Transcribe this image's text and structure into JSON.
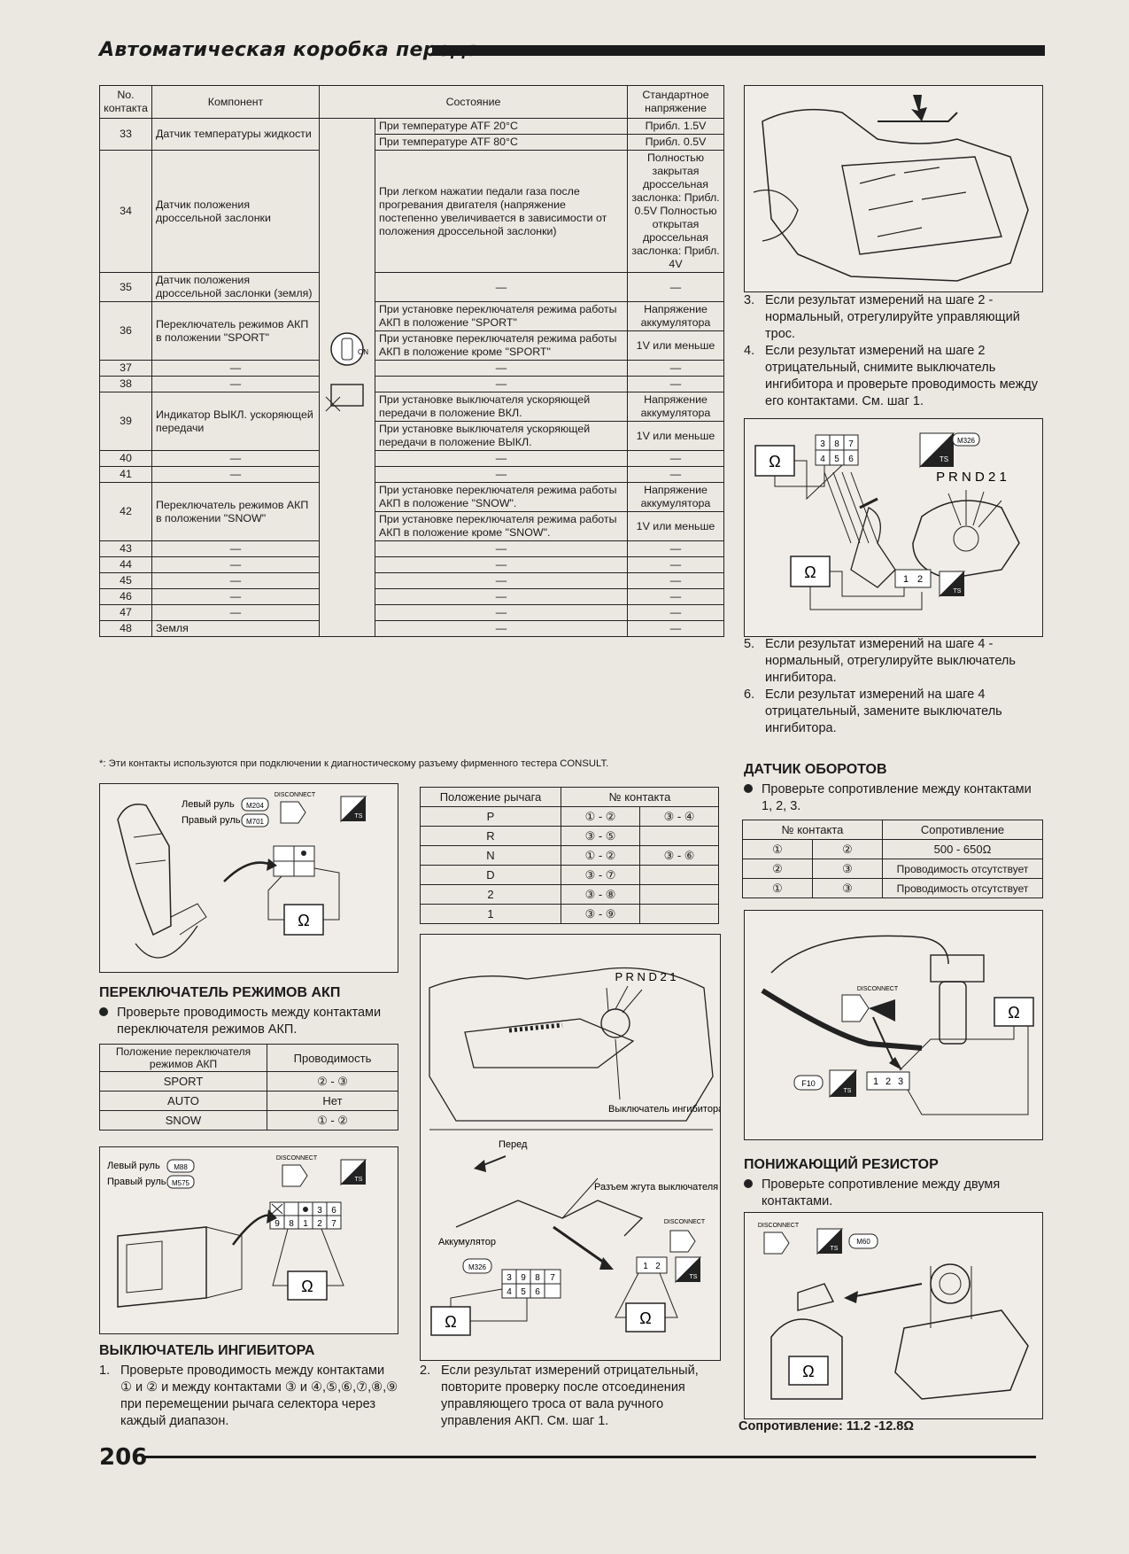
{
  "header": {
    "title": "Автоматическая коробка передач"
  },
  "main_table": {
    "headers": [
      "No. контакта",
      "Компонент",
      "Состояние",
      "Стандартное напряжение"
    ],
    "rows": [
      {
        "no": "33",
        "comp": "Датчик температуры жидкости",
        "cond": "При температуре ATF 20°C",
        "volt": "Прибл. 1.5V"
      },
      {
        "no": "",
        "comp": "",
        "cond": "При температуре ATF 80°C",
        "volt": "Прибл. 0.5V"
      },
      {
        "no": "34",
        "comp": "Датчик положения дроссельной заслонки",
        "cond": "При легком нажатии педали газа после прогревания двигателя (напряжение постепенно увеличивается в зависимости от положения дроссельной заслонки)",
        "volt": "Полностью закрытая дроссельная заслонка: Прибл. 0.5V Полностью открытая дроссельная заслонка: Прибл. 4V"
      },
      {
        "no": "35",
        "comp": "Датчик положения дроссельной заслонки (земля)",
        "cond": "—",
        "volt": "—"
      },
      {
        "no": "36",
        "comp": "Переключатель режимов АКП в положении \"SPORT\"",
        "cond": "При установке переключателя режима работы АКП в положение \"SPORT\"",
        "volt": "Напряжение аккумулятора"
      },
      {
        "no": "",
        "comp": "",
        "cond": "При установке переключателя режима работы АКП в положение кроме \"SPORT\"",
        "volt": "1V или меньше"
      },
      {
        "no": "37",
        "comp": "—",
        "cond": "—",
        "volt": "—"
      },
      {
        "no": "38",
        "comp": "—",
        "cond": "—",
        "volt": "—"
      },
      {
        "no": "39",
        "comp": "Индикатор ВЫКЛ. ускоряющей передачи",
        "cond": "При установке выключателя ускоряющей передачи в положение ВКЛ.",
        "volt": "Напряжение аккумулятора"
      },
      {
        "no": "",
        "comp": "",
        "cond": "При установке выключателя ускоряющей передачи в положение ВЫКЛ.",
        "volt": "1V или меньше"
      },
      {
        "no": "40",
        "comp": "—",
        "cond": "—",
        "volt": "—"
      },
      {
        "no": "41",
        "comp": "—",
        "cond": "—",
        "volt": "—"
      },
      {
        "no": "42",
        "comp": "Переключатель режимов АКП в положении \"SNOW\"",
        "cond": "При установке переключателя режима работы АКП в положение \"SNOW\".",
        "volt": "Напряжение аккумулятора"
      },
      {
        "no": "",
        "comp": "",
        "cond": "При установке переключателя режима работы АКП в положение кроме \"SNOW\".",
        "volt": "1V или меньше"
      },
      {
        "no": "43",
        "comp": "—",
        "cond": "—",
        "volt": "—"
      },
      {
        "no": "44",
        "comp": "—",
        "cond": "—",
        "volt": "—"
      },
      {
        "no": "45",
        "comp": "—",
        "cond": "—",
        "volt": "—"
      },
      {
        "no": "46",
        "comp": "—",
        "cond": "—",
        "volt": "—"
      },
      {
        "no": "47",
        "comp": "—",
        "cond": "—",
        "volt": "—"
      },
      {
        "no": "48",
        "comp": "Земля",
        "cond": "—",
        "volt": "—"
      }
    ],
    "footnote": "*: Эти контакты используются при подключении к диагностическому разъему фирменного тестера CONSULT."
  },
  "right_col": {
    "steps_a": [
      {
        "n": "3.",
        "text": "Если результат измерений на шаге 2 - нормальный, отрегулируйте управляющий трос."
      },
      {
        "n": "4.",
        "text": "Если результат измерений на шаге 2 отрицательный, снимите выключатель ингибитора и проверьте проводимость между его контактами. См. шаг 1."
      }
    ],
    "steps_b": [
      {
        "n": "5.",
        "text": "Если результат измерений на шаге 4 - нормальный, отрегулируйте выключатель ингибитора."
      },
      {
        "n": "6.",
        "text": "Если результат измерений на шаге 4 отрицательный, замените выключатель ингибитора."
      }
    ],
    "fig2_labels": {
      "prnd": "P R N D 2 1",
      "m326": "M326",
      "ts": "TS",
      "omega": "Ω",
      "pins_top": [
        "3",
        "8",
        "7",
        "4",
        "5",
        "6"
      ],
      "pins_bot": [
        "1",
        "2"
      ]
    },
    "speed_sensor": {
      "title": "ДАТЧИК ОБОРОТОВ",
      "bullet": "Проверьте сопротивление между контактами 1, 2, 3.",
      "headers": [
        "№ контакта",
        "Сопротивление"
      ],
      "rows": [
        {
          "a": "①",
          "b": "②",
          "r": "500 - 650Ω"
        },
        {
          "a": "②",
          "b": "③",
          "r": "Проводимость отсутствует"
        },
        {
          "a": "①",
          "b": "③",
          "r": "Проводимость отсутствует"
        }
      ],
      "fig": {
        "disconnect": "DISCONNECT",
        "f10": "F10",
        "ts": "TS",
        "omega": "Ω",
        "pins": [
          "1",
          "2",
          "3"
        ]
      }
    },
    "resistor": {
      "title": "ПОНИЖАЮЩИЙ РЕЗИСТОР",
      "bullet": "Проверьте сопротивление между двумя контактами.",
      "fig": {
        "disconnect": "DISCONNECT",
        "m60": "M60",
        "ts": "TS",
        "omega": "Ω"
      },
      "result": "Сопротивление: 11.2 -12.8Ω"
    }
  },
  "left_lower": {
    "fig1": {
      "left_wheel": "Левый руль",
      "m204": "M204",
      "right_wheel": "Правый руль",
      "m701": "M701",
      "disconnect": "DISCONNECT",
      "ts": "TS",
      "omega": "Ω"
    },
    "mode_switch": {
      "title": "ПЕРЕКЛЮЧАТЕЛЬ РЕЖИМОВ АКП",
      "bullet": "Проверьте проводимость между контактами переключателя режимов АКП.",
      "headers": [
        "Положение переключателя режимов АКП",
        "Проводимость"
      ],
      "rows": [
        {
          "pos": "SPORT",
          "c": "② - ③"
        },
        {
          "pos": "AUTO",
          "c": "Нет"
        },
        {
          "pos": "SNOW",
          "c": "① - ②"
        }
      ]
    },
    "fig3": {
      "left_wheel": "Левый руль",
      "m88": "M88",
      "right_wheel": "Правый руль",
      "m575": "M575",
      "disconnect": "DISCONNECT",
      "ts": "TS",
      "omega": "Ω",
      "pins_top": [
        "3",
        "6"
      ],
      "pins_bot": [
        "9",
        "8",
        "1",
        "2",
        "7"
      ]
    },
    "inhibitor": {
      "title": "ВЫКЛЮЧАТЕЛЬ ИНГИБИТОРА",
      "step1_n": "1.",
      "step1": "Проверьте проводимость между контактами ① и ② и между контактами ③ и ④,⑤,⑥,⑦,⑧,⑨ при перемещении рычага селектора через каждый диапазон."
    }
  },
  "mid_lower": {
    "lever_table": {
      "headers": [
        "Положение рычага",
        "№ контакта"
      ],
      "rows": [
        {
          "pos": "P",
          "a": "① - ②",
          "b": "③ - ④"
        },
        {
          "pos": "R",
          "a": "③ - ⑤",
          "b": ""
        },
        {
          "pos": "N",
          "a": "① - ②",
          "b": "③ - ⑥"
        },
        {
          "pos": "D",
          "a": "③ - ⑦",
          "b": ""
        },
        {
          "pos": "2",
          "a": "③ - ⑧",
          "b": ""
        },
        {
          "pos": "1",
          "a": "③ - ⑨",
          "b": ""
        }
      ]
    },
    "fig4": {
      "prnd": "P R N D 2 1",
      "inhibitor": "Выключатель ингибитора",
      "front": "Перед",
      "harness": "Разъем жгута выключателя ингибитора",
      "battery": "Аккумулятор",
      "m326": "M326",
      "disconnect": "DISCONNECT",
      "ts": "TS",
      "omega": "Ω",
      "pins_top": [
        "3",
        "9",
        "8",
        "7"
      ],
      "pins_bot": [
        "4",
        "5",
        "6"
      ],
      "pins_r": [
        "1",
        "2"
      ]
    },
    "step2_n": "2.",
    "step2": "Если результат измерений отрицательный, повторите проверку после отсоединения управляющего троса от вала ручного управления АКП. См. шаг 1."
  },
  "footer": {
    "page": "206"
  }
}
